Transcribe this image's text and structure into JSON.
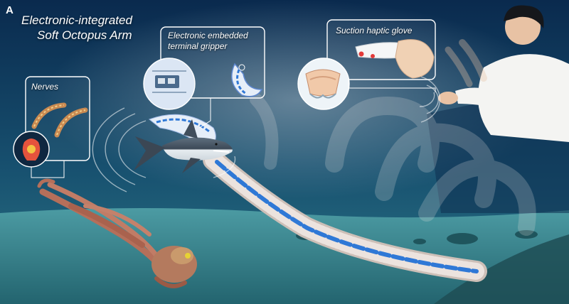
{
  "panel_label": "A",
  "title": {
    "line1": "Electronic-integrated",
    "line2": "Soft Octopus Arm"
  },
  "callouts": {
    "nerves": "Nerves",
    "gripper": {
      "line1": "Electronic embedded",
      "line2": "terminal gripper"
    },
    "glove": "Suction haptic glove"
  },
  "colors": {
    "sea_top": "#0b2d52",
    "sea_mid": "#1a5574",
    "seabed": "#3f8e98",
    "arm": "#e7dcd6",
    "arm_core": "#2f78d6",
    "octopus": "#b8705a",
    "outline": "#ffffff"
  }
}
